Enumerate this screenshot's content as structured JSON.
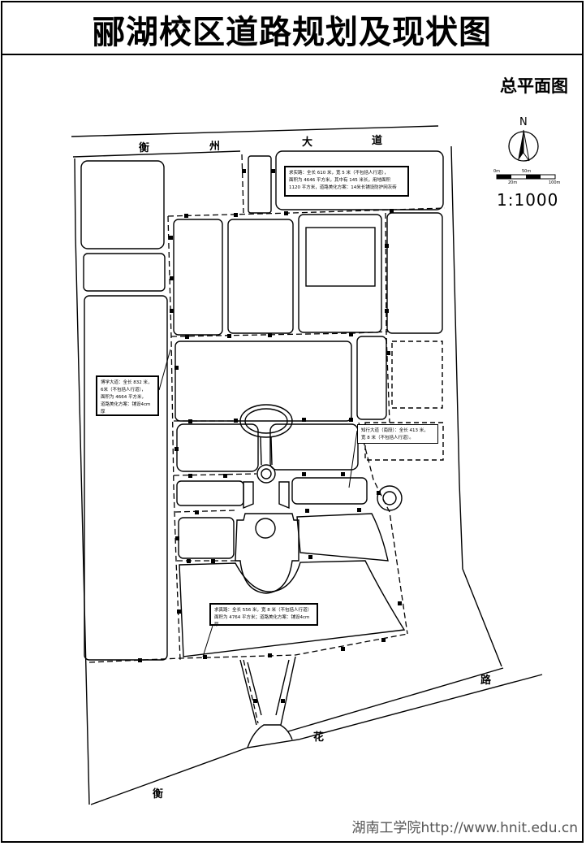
{
  "title": "郦湖校区道路规划及现状图",
  "subtitle": "总平面图",
  "scale": "1:1000",
  "north": "N",
  "scale_bar_ticks": [
    "0m",
    "50m",
    "20m",
    "100m"
  ],
  "streets": {
    "hengzhou": [
      "衡",
      "州",
      "大",
      "道"
    ],
    "huayuan_lu": "路",
    "huayuan_hua": "花",
    "huayuan_heng": "衡"
  },
  "notes": {
    "top_right": [
      "求实路：全长 610 米，宽 5 米（不包括人行道），",
      "面积为 4646 平方米，其中有 145 米长，用地面积",
      "1120 平方米，道路美化方案：14米长铺设防护网灰砖"
    ],
    "left": [
      "博学大道：全长 832 米，",
      "6米（不包括人行道），",
      "面积为 4664 平方米，",
      "道路美化方案：铺设4cm厚"
    ],
    "right": [
      "知行大道（南段）：全长 413 米，",
      "宽 8 米（不包括人行道）。"
    ],
    "bottom": [
      "求真路：全长 556 米，宽 8 米（不包括人行道）",
      "面积为 4764 平方米；道路美化方案：铺设4cm厚"
    ]
  },
  "watermark": "湖南工学院http://www.hnit.edu.cn"
}
